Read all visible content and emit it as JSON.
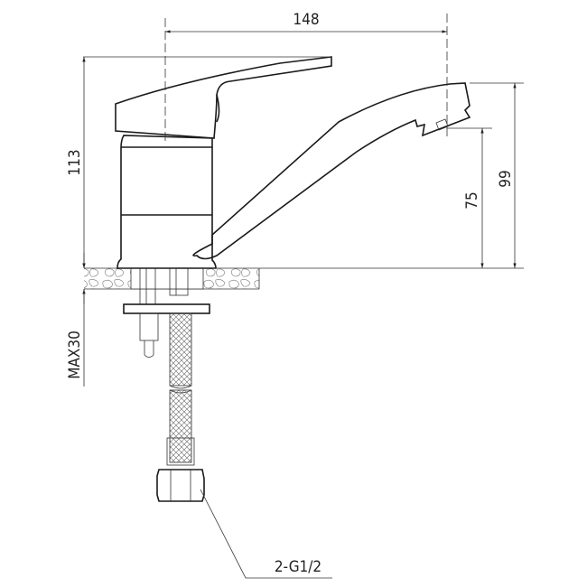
{
  "drawing": {
    "dimensions": {
      "overall_length": "148",
      "overall_height": "113",
      "spout_height_top": "99",
      "spout_outlet_height": "75",
      "max_counter_thickness": "MAX30",
      "connection": "2-G1/2"
    },
    "colors": {
      "line": "#1a1a1a",
      "background": "#ffffff"
    }
  }
}
